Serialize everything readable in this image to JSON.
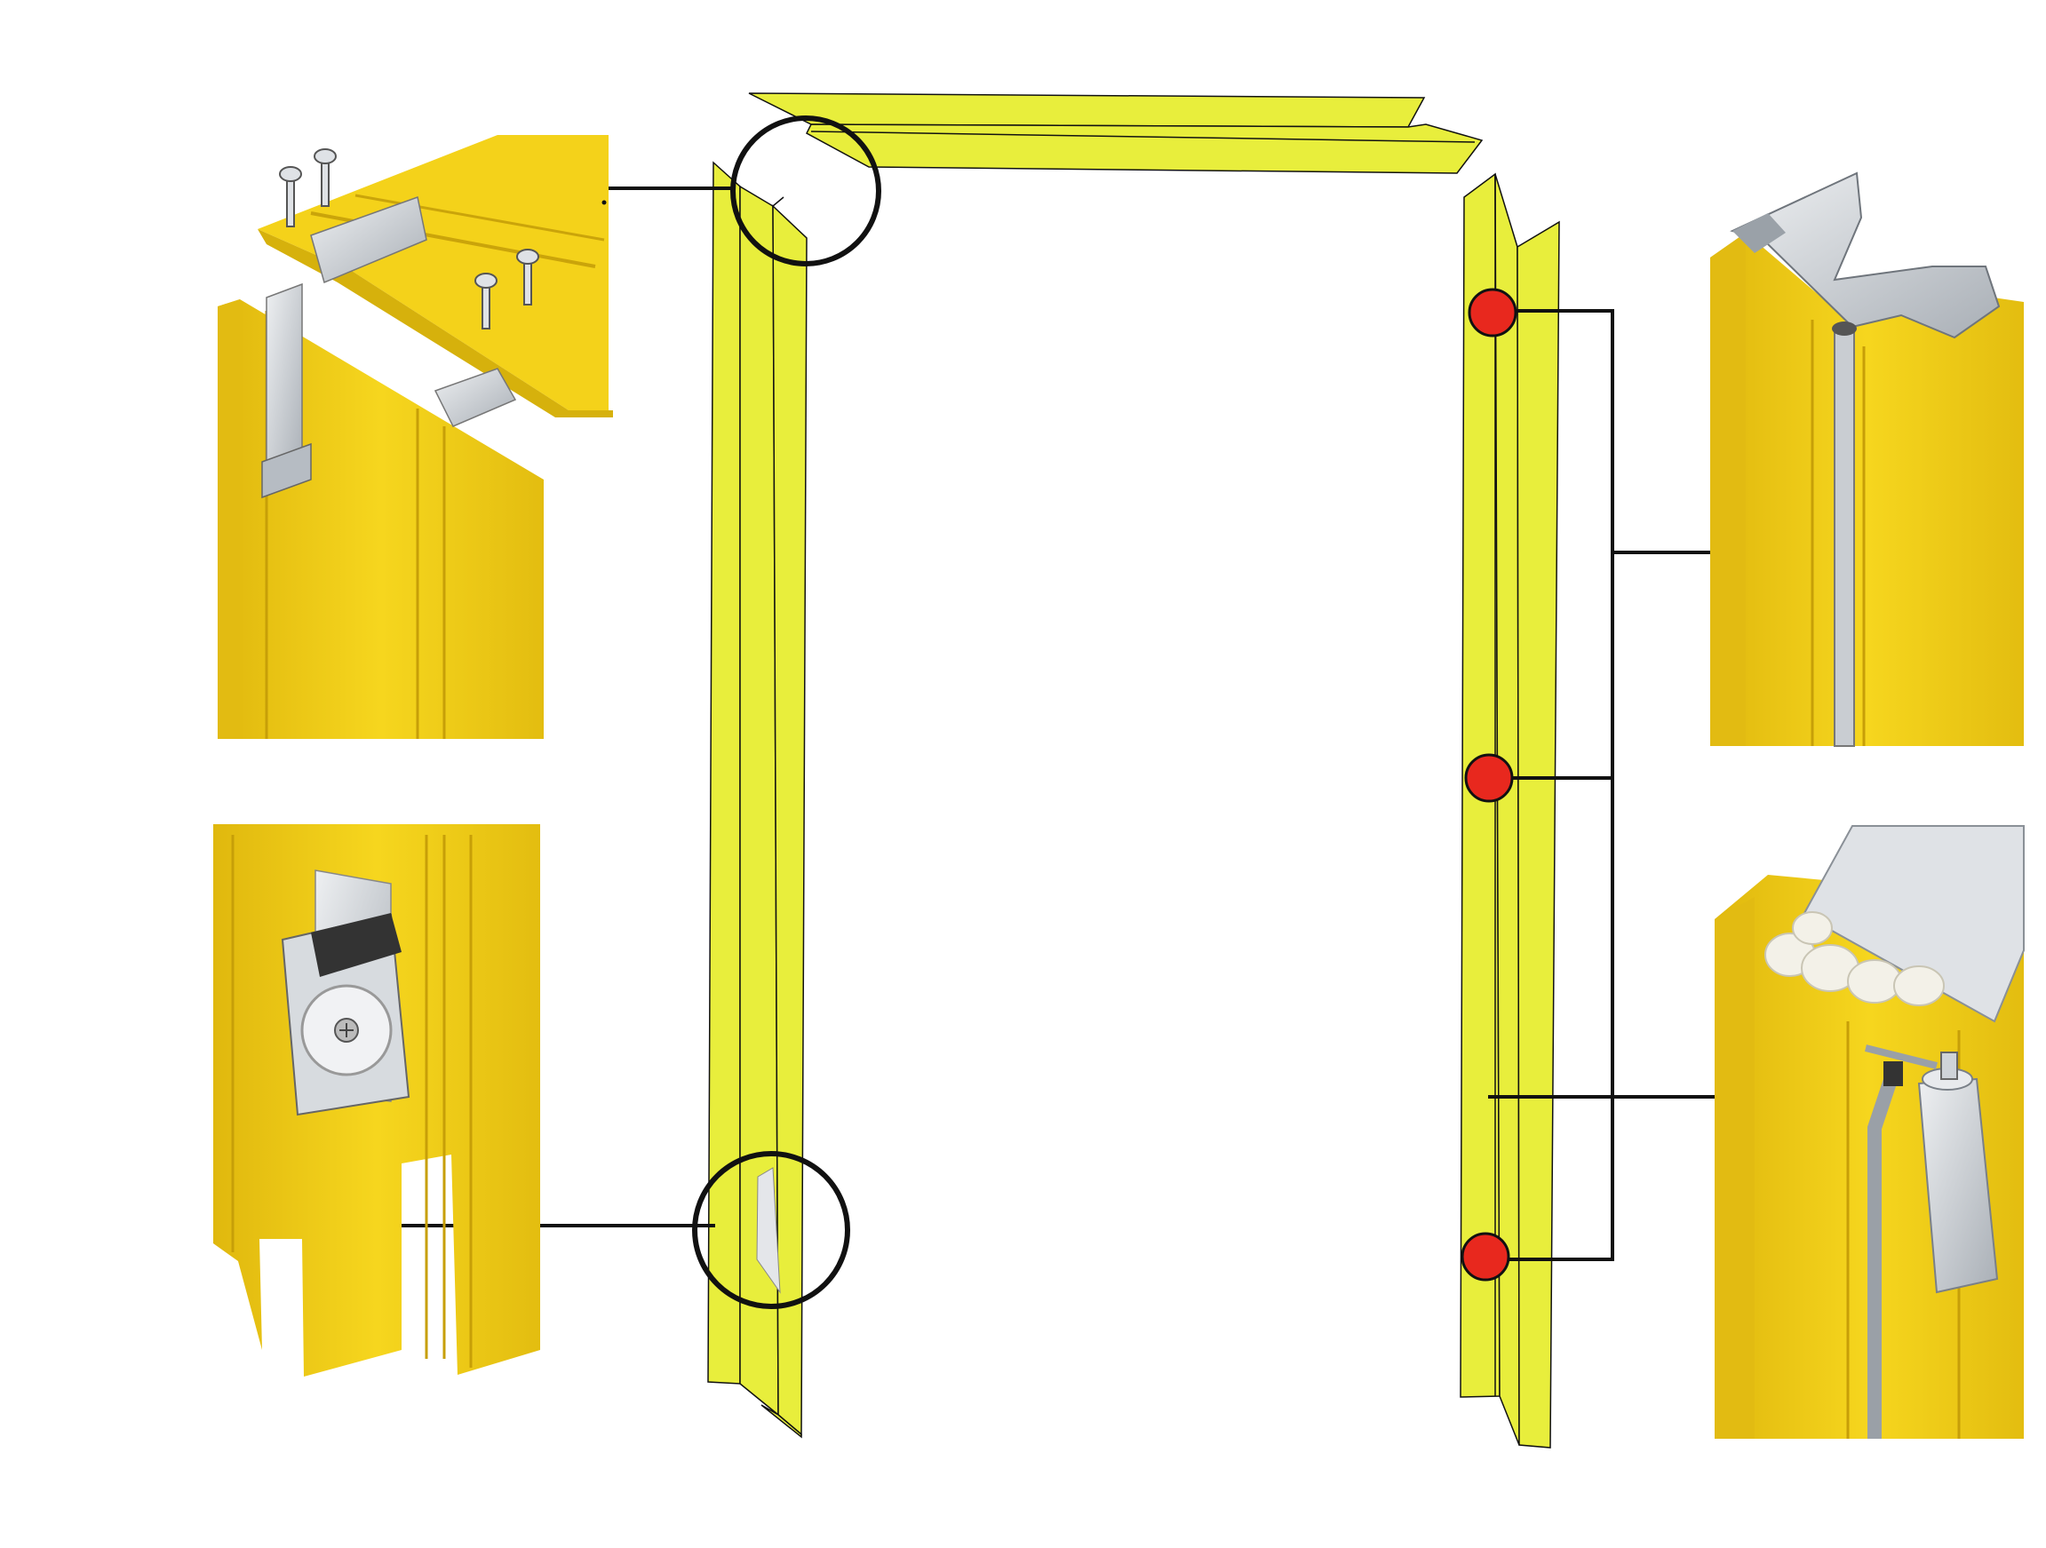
{
  "diagram": {
    "colors": {
      "frame_yellow": "#e8ee3c",
      "detail_yellow": "#f4d21a",
      "detail_yellow_dark": "#d6b10c",
      "metal": "#c7ccd2",
      "metal_dark": "#8e959d",
      "outline": "#111111",
      "anchor_red": "#e8281e",
      "background": "#ffffff"
    },
    "frame": {
      "parts": [
        "head-profile",
        "left-jamb-profile",
        "right-jamb-profile"
      ]
    },
    "callouts": [
      {
        "id": "corner-joint",
        "marker": "circle",
        "detail": "top-left-corner-bracket-detail"
      },
      {
        "id": "wall-anchor",
        "marker": "circle",
        "detail": "bottom-left-wall-anchor-detail"
      },
      {
        "id": "fixing-points",
        "marker": "red-dot",
        "count": 3,
        "detail": "top-right-gasket-profile-detail"
      },
      {
        "id": "foam-fill",
        "marker": "line",
        "detail": "bottom-right-foam-fill-detail"
      }
    ]
  }
}
